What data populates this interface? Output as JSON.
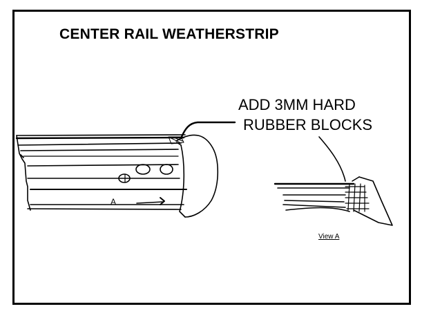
{
  "title": "CENTER RAIL WEATHERSTRIP",
  "callout": {
    "line1": "ADD 3MM HARD",
    "line2": "RUBBER BLOCKS"
  },
  "labels": {
    "arrow_label": "A",
    "view_label": "View A"
  }
}
